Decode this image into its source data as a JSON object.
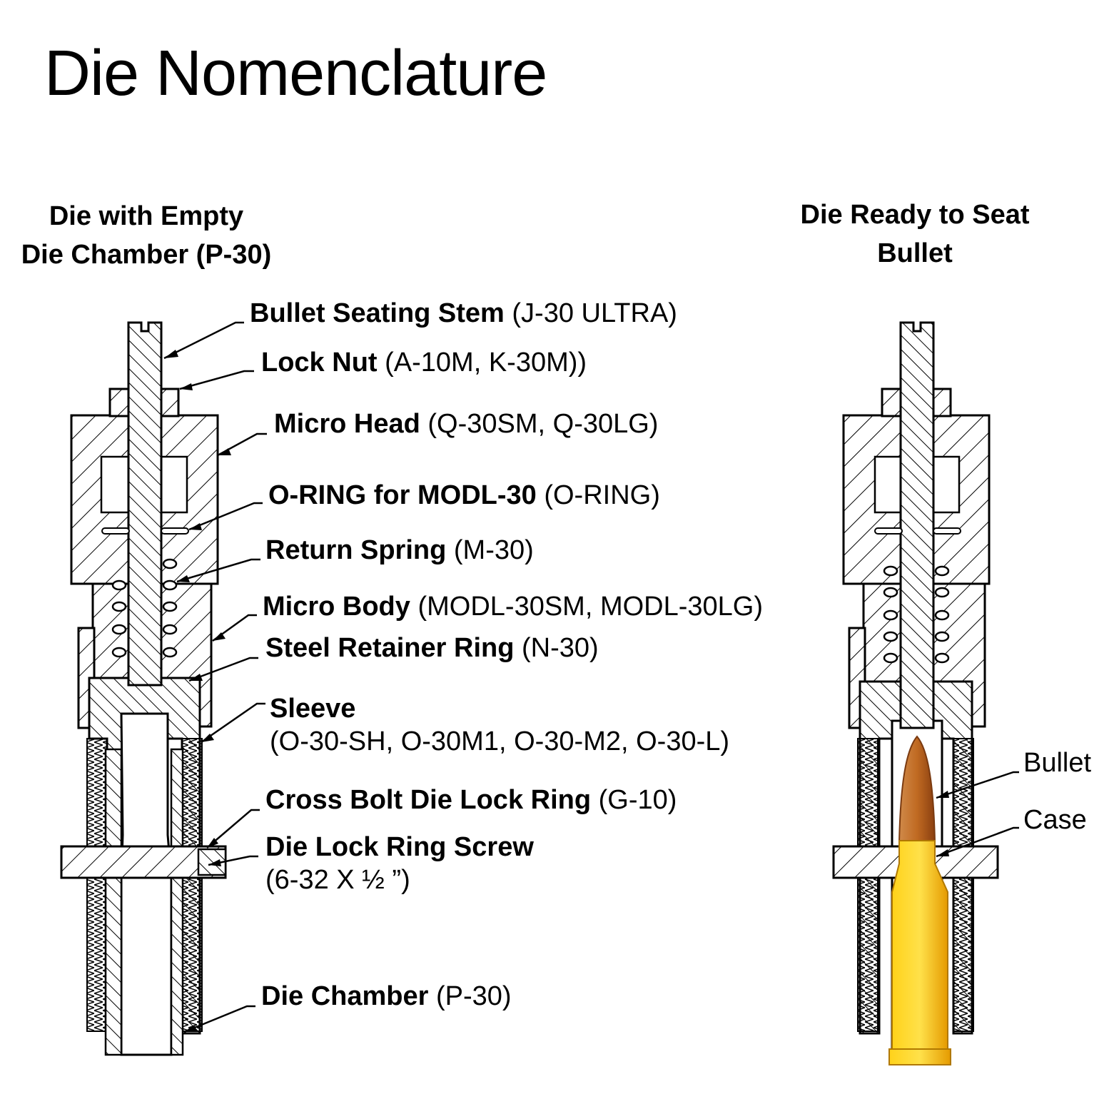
{
  "title": "Die Nomenclature",
  "captions": {
    "left_line1": "Die with Empty",
    "left_line2": "Die Chamber (P-30)",
    "right_line1": "Die Ready to Seat",
    "right_line2": "Bullet"
  },
  "parts": [
    {
      "name": "Bullet Seating Stem",
      "code": "(J-30 ULTRA)"
    },
    {
      "name": "Lock Nut",
      "code": "(A-10M, K-30M))"
    },
    {
      "name": "Micro Head",
      "code": "(Q-30SM, Q-30LG)"
    },
    {
      "name": "O-RING for MODL-30",
      "code": "(O-RING)"
    },
    {
      "name": "Return Spring",
      "code": "(M-30)"
    },
    {
      "name": "Micro Body",
      "code": "(MODL-30SM, MODL-30LG)"
    },
    {
      "name": "Steel Retainer Ring",
      "code": "(N-30)"
    },
    {
      "name": "Sleeve",
      "code": "(O-30-SH, O-30M1, O-30-M2, O-30-L)"
    },
    {
      "name": "Cross Bolt Die Lock Ring",
      "code": "(G-10)"
    },
    {
      "name": "Die Lock Ring Screw",
      "code": "(6-32 X ½ ”)"
    },
    {
      "name": "Die Chamber",
      "code": "(P-30)"
    }
  ],
  "right_labels": {
    "bullet": "Bullet",
    "case": "Case"
  },
  "colors": {
    "bullet_copper": "#b8651e",
    "case_brass": "#f2b400"
  }
}
